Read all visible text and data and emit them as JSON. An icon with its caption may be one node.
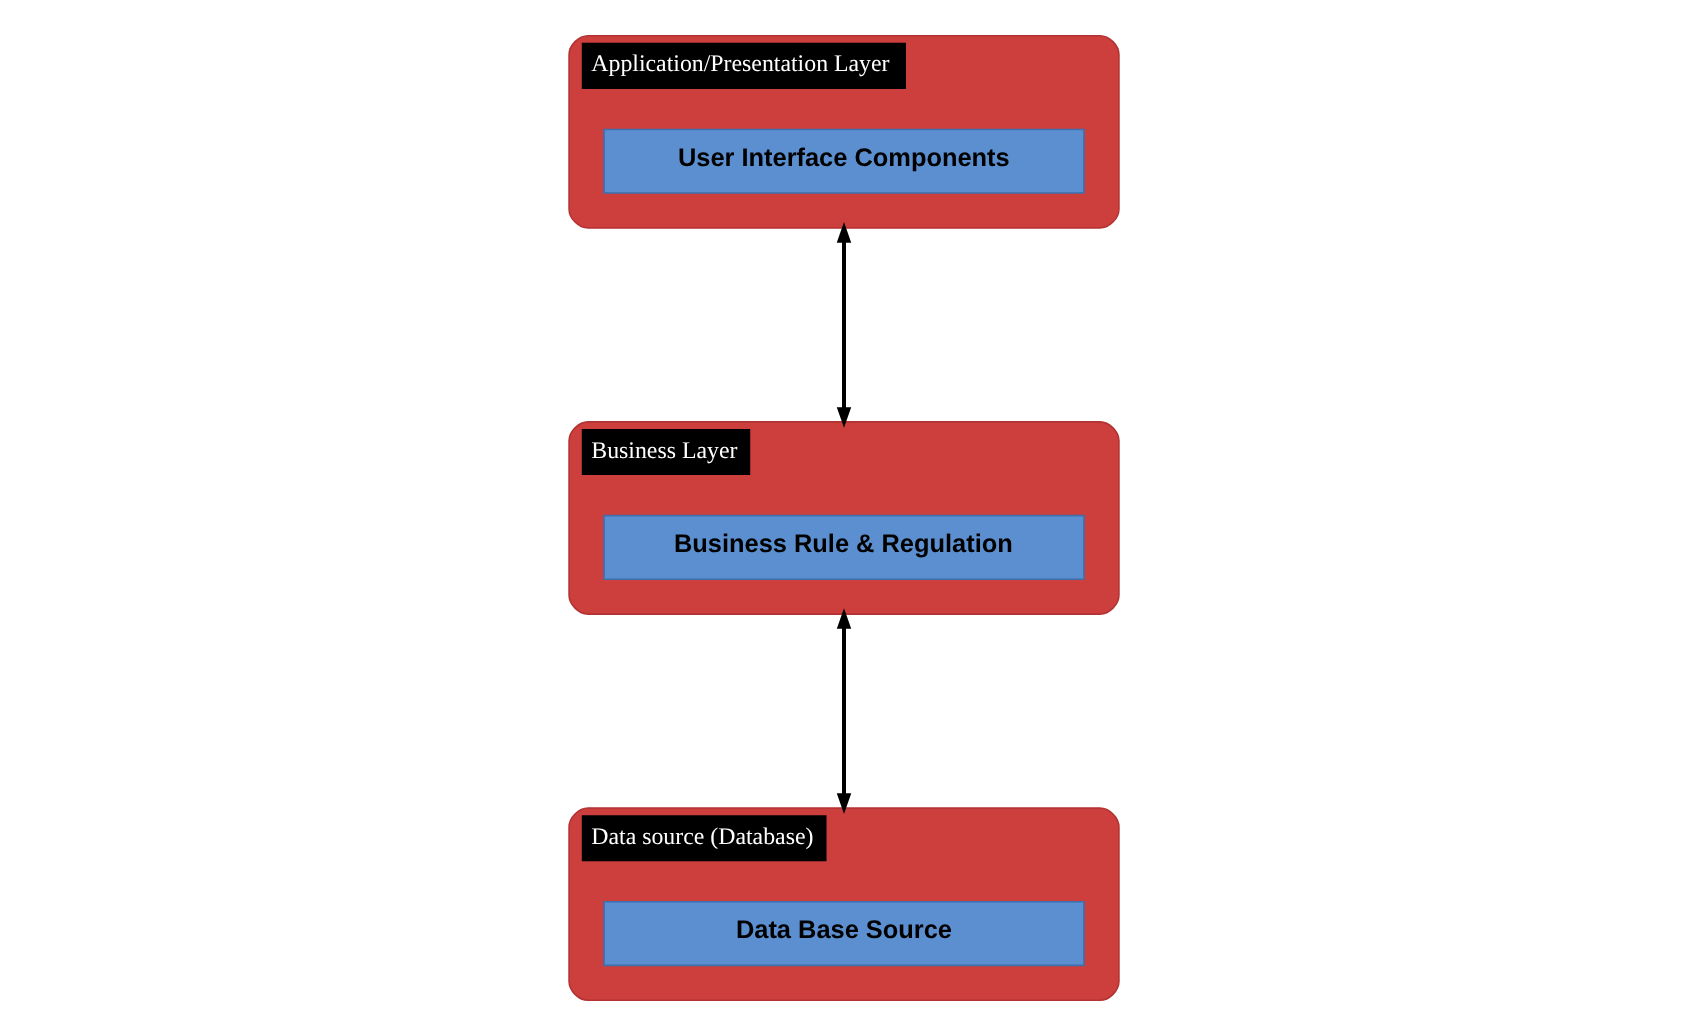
{
  "diagram": {
    "nodes": [
      {
        "text": [
          "Application/Presentation Layer"
        ]
      },
      {
        "text": [
          "User Interface Components"
        ],
        "in": 0
      },
      {
        "text": [
          "Business Layer"
        ]
      },
      {
        "text": [
          "Business Rule & Regulation"
        ],
        "in": 2
      },
      {
        "text": [
          "Data source (Database)"
        ]
      },
      {
        "text": [
          "Data Base Source"
        ],
        "in": 4
      }
    ],
    "edges": [
      {
        "from": 0,
        "to": 2,
        "arrow": "both"
      },
      {
        "from": 2,
        "to": 4,
        "arrow": "both"
      }
    ]
  }
}
